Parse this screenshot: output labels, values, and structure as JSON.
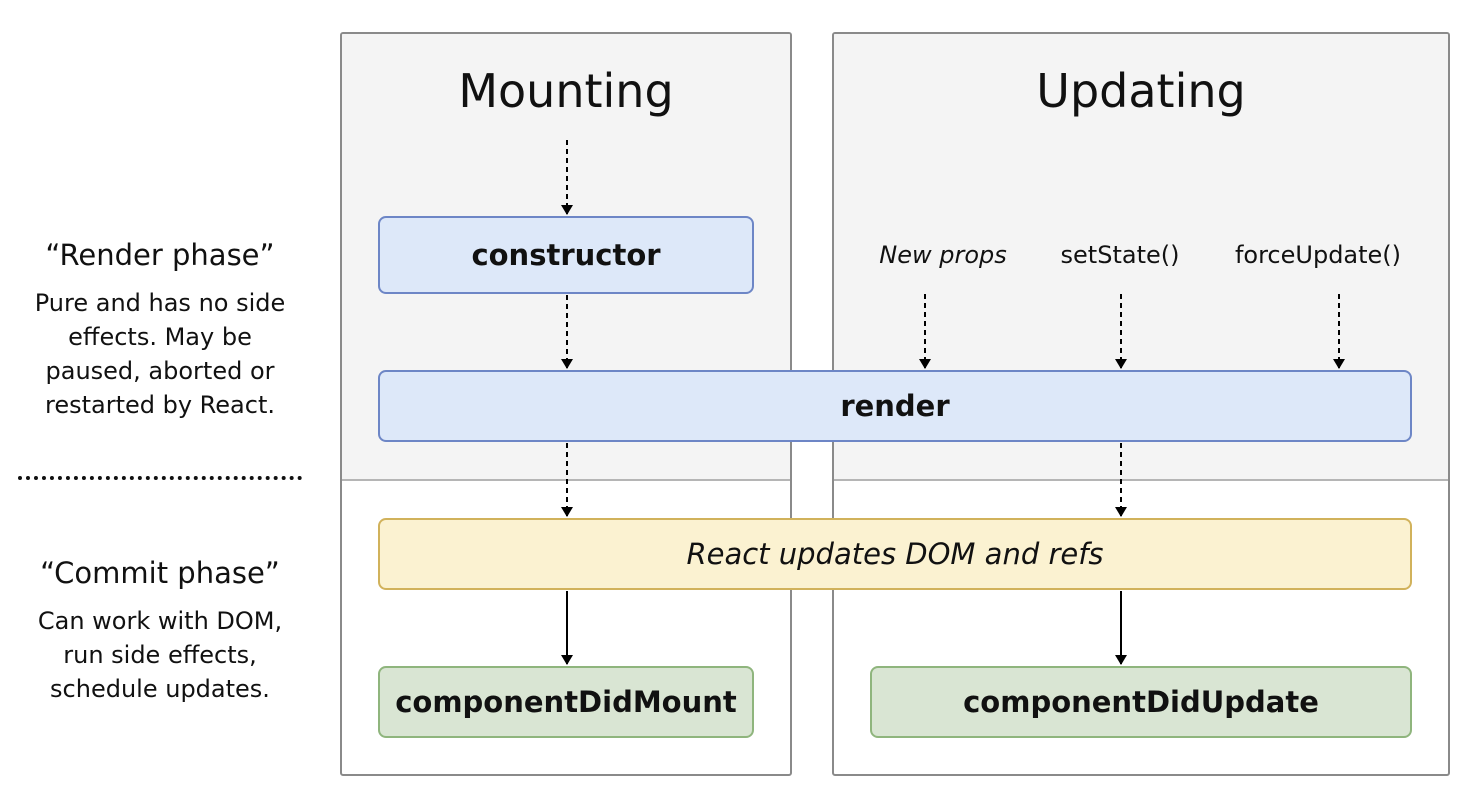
{
  "render_phase": {
    "heading": "“Render phase”",
    "description": "Pure and has no side effects. May be paused, aborted or restarted by React."
  },
  "commit_phase": {
    "heading": "“Commit phase”",
    "description": "Can work with DOM, run side effects, schedule updates."
  },
  "mounting": {
    "title": "Mounting",
    "constructor": "constructor",
    "did_mount": "componentDidMount"
  },
  "updating": {
    "title": "Updating",
    "triggers": [
      "New props",
      "setState()",
      "forceUpdate()"
    ],
    "did_update": "componentDidUpdate"
  },
  "shared": {
    "render": "render",
    "dom_update": "React updates DOM and refs"
  }
}
